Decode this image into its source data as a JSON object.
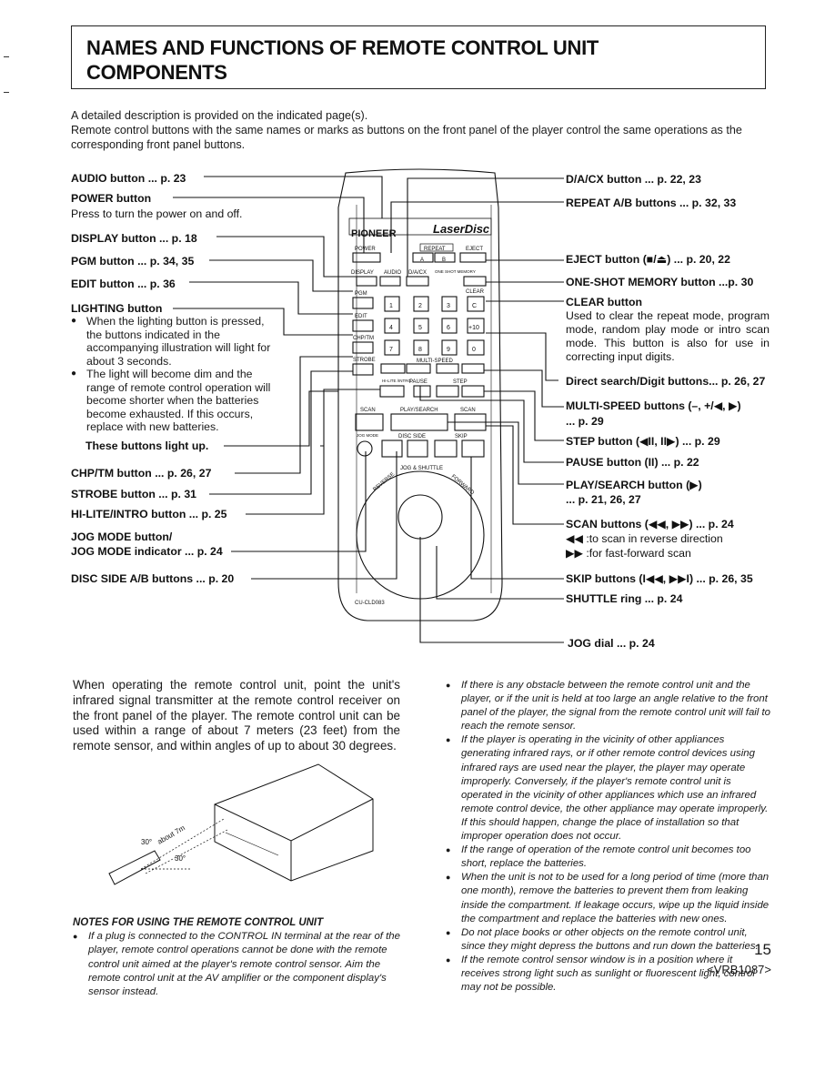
{
  "title": {
    "line1": "NAMES AND FUNCTIONS OF REMOTE CONTROL UNIT",
    "line2": "COMPONENTS"
  },
  "intro": [
    "A detailed description is provided on the indicated page(s).",
    "Remote control buttons with the same names or marks as buttons on the front panel of the player control the same operations as the corresponding front panel buttons."
  ],
  "left_labels": {
    "audio": "AUDIO button ... p. 23",
    "power": "POWER button",
    "power_desc": "Press to turn the power on and off.",
    "display": "DISPLAY button ... p. 18",
    "pgm": "PGM button ... p. 34, 35",
    "edit": "EDIT button ... p. 36",
    "lighting": "LIGHTING button",
    "lighting_b1": "When the lighting button is pressed, the buttons indicated in the accompanying illustration will light for about 3 seconds.",
    "lighting_b2": "The light will become dim and the range of remote control operation will become shorter when the batteries become exhausted. If this occurs, replace with new batteries.",
    "lightup": "These buttons light up.",
    "chptm": "CHP/TM button ... p. 26, 27",
    "strobe": "STROBE button ... p. 31",
    "hilite": "HI-LITE/INTRO button ... p. 25",
    "jogmode1": "JOG MODE button/",
    "jogmode2": "JOG MODE indicator ... p. 24",
    "discside": "DISC SIDE A/B buttons ... p. 20"
  },
  "right_labels": {
    "dacx": "D/A/CX button ... p. 22, 23",
    "repeat": "REPEAT A/B buttons ... p. 32, 33",
    "eject": "EJECT button (■/⏏) ... p. 20, 22",
    "oneshot": "ONE-SHOT MEMORY button ...p. 30",
    "clear": "CLEAR button",
    "clear_desc": "Used to clear the repeat mode, program mode, random play mode or intro scan mode. This button is also for use in correcting input digits.",
    "direct": "Direct search/Digit buttons... p. 26, 27",
    "multispeed1": "MULTI-SPEED buttons (–, +/◀, ▶)",
    "multispeed2": "... p. 29",
    "step": "STEP button (◀II, II▶) ... p. 29",
    "pause": "PAUSE button (II) ... p. 22",
    "playsearch1": "PLAY/SEARCH button (▶)",
    "playsearch2": "... p. 21, 26, 27",
    "scan": "SCAN buttons (◀◀, ▶▶) ... p. 24",
    "scan_rev": "◀◀ :to scan in reverse direction",
    "scan_fwd": "▶▶ :for fast-forward scan",
    "skip": "SKIP buttons (I◀◀, ▶▶I) ... p. 26, 35",
    "shuttle": "SHUTTLE ring ... p. 24",
    "jogdial": "JOG dial ... p. 24"
  },
  "remote": {
    "brand": "PIONEER",
    "logo": "LaserDisc",
    "power": "POWER",
    "repeat": "REPEAT",
    "a": "A",
    "b": "B",
    "eject": "EJECT",
    "display": "DISPLAY",
    "audio": "AUDIO",
    "dacx": "D/A/CX",
    "oneshot": "ONE SHOT MEMORY",
    "pgm": "PGM",
    "clear": "CLEAR",
    "edit": "EDIT",
    "chptm": "CHP/TM",
    "strobe": "STROBE",
    "multispeed": "MULTI-SPEED",
    "hilite": "HI-LITE /INTRO",
    "pause": "PAUSE",
    "step": "STEP",
    "scan_l": "SCAN",
    "playsearch": "PLAY/SEARCH",
    "scan_r": "SCAN",
    "jogmode": "JOG MODE",
    "discside": "DISC SIDE",
    "skip": "SKIP",
    "jogshuttle": "JOG & SHUTTLE",
    "reverse": "REVERSE",
    "forward": "FORWARD",
    "model": "CU-CLD083",
    "digits": [
      "1",
      "2",
      "3",
      "C",
      "4",
      "5",
      "6",
      "+10",
      "7",
      "8",
      "9",
      "0"
    ]
  },
  "illustration": {
    "angle_top": "30°",
    "distance": "about 7m",
    "angle_bottom": "30°"
  },
  "body_left": "When operating the remote control unit, point the unit's infrared signal transmitter at the remote control receiver on the front panel of the player. The remote control unit can be used within a range of about 7 meters (23 feet) from the remote sensor, and within angles of up to about 30 degrees.",
  "notes_heading": "NOTES FOR USING THE REMOTE CONTROL UNIT",
  "notes_left": [
    "If a plug is connected to the CONTROL IN terminal at the rear of the player, remote control operations cannot be done with the remote control unit aimed at the player's remote control sensor. Aim the remote control unit at the AV amplifier or the component display's sensor instead."
  ],
  "notes_right": [
    "If there is any obstacle between the remote control unit and the player, or if the unit is held at too large an angle relative to the front panel of the player, the signal from the remote control unit will fail to reach the remote sensor.",
    "If the player is operating in the vicinity of other appliances generating infrared rays, or if other remote control devices using infrared rays are used near the player, the player may operate improperly. Conversely, if the player's remote control unit is operated in the vicinity of other appliances which use an infrared remote control device, the other appliance may operate improperly. If this should happen, change the place of installation so that improper operation does not occur.",
    "If the range of operation of the remote control unit becomes too short, replace the batteries.",
    "When the unit is not to be used for a long period of time (more than one month), remove the batteries to prevent them from leaking inside the compartment. If leakage occurs, wipe up the liquid inside the compartment and replace the batteries with new ones.",
    "Do not place books or other objects on the remote control unit, since they might depress the buttons and run down the batteries.",
    "If the remote control sensor window is in a position where it receives strong light such as sunlight or fluorescent light, control may not be possible."
  ],
  "page_number": "15",
  "page_code": "<VRB1087>"
}
